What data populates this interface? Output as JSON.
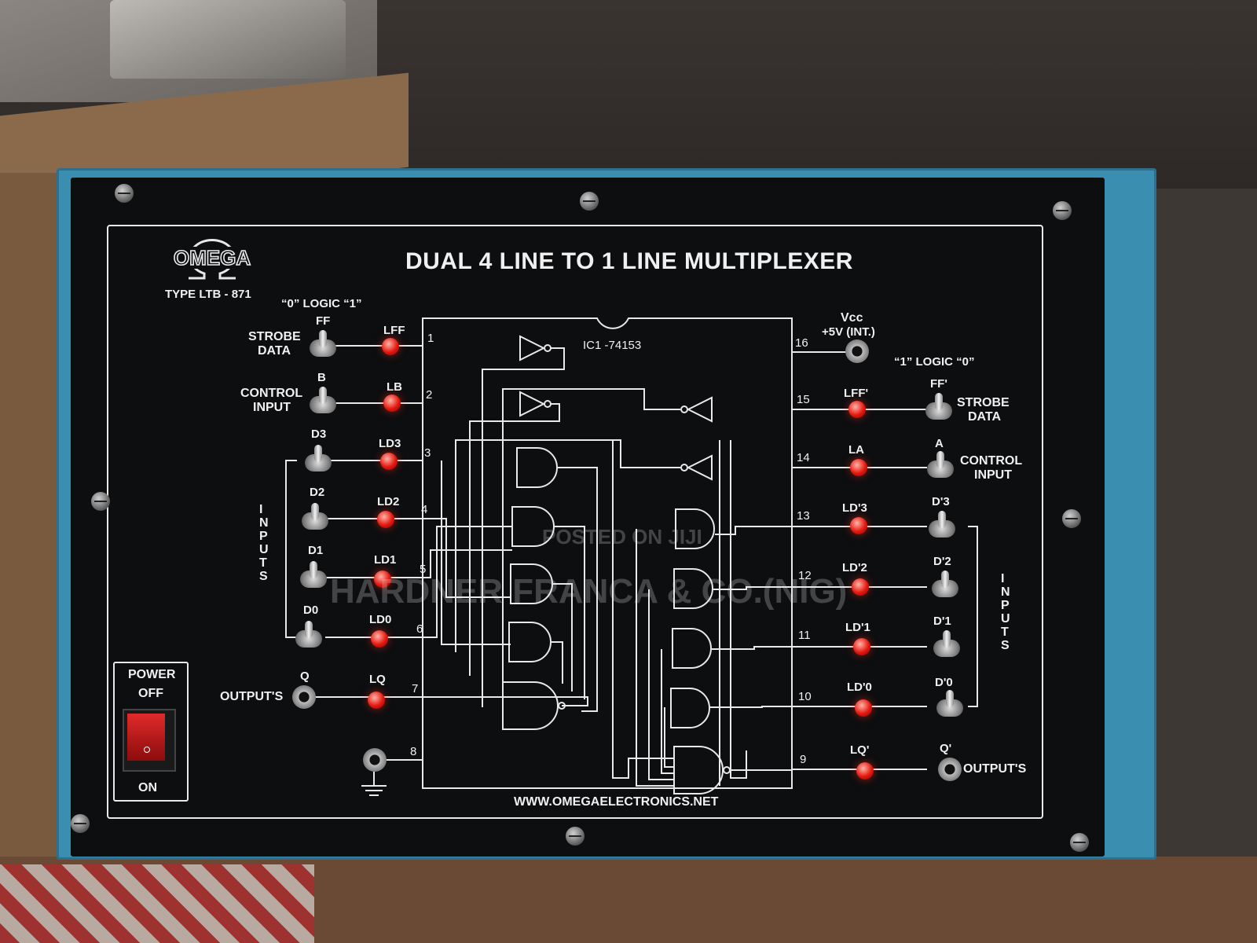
{
  "panel": {
    "brand": "OMEGA",
    "type_label": "TYPE LTB - 871",
    "title": "DUAL 4 LINE TO 1 LINE  MULTIPLEXER",
    "ic_label": "IC1 -74153",
    "website": "WWW.OMEGAELECTRONICS.NET",
    "vcc": "Vcc",
    "vcc_detail": "+5V (INT.)"
  },
  "left": {
    "logic_header": "“0” LOGIC “1”",
    "strobe_switch": "FF",
    "strobe_label_1": "STROBE",
    "strobe_label_2": "DATA",
    "control_switch": "B",
    "control_label_1": "CONTROL",
    "control_label_2": "INPUT",
    "inputs_label": "INPUTS",
    "outputs_label": "OUTPUT'S",
    "output_jack": "Q",
    "switches": [
      "D3",
      "D2",
      "D1",
      "D0"
    ],
    "leds": [
      "LFF",
      "LB",
      "LD3",
      "LD2",
      "LD1",
      "LD0",
      "LQ"
    ],
    "pins": [
      "1",
      "2",
      "3",
      "4",
      "5",
      "6",
      "7",
      "8"
    ]
  },
  "right": {
    "logic_header": "“1” LOGIC “0”",
    "strobe_switch": "FF'",
    "strobe_label_1": "STROBE",
    "strobe_label_2": "DATA",
    "control_switch": "A",
    "control_label_1": "CONTROL",
    "control_label_2": "INPUT",
    "inputs_label": "INPUTS",
    "outputs_label": "OUTPUT'S",
    "output_jack": "Q'",
    "switches": [
      "D'3",
      "D'2",
      "D'1",
      "D'0"
    ],
    "leds": [
      "LFF'",
      "LA",
      "LD'3",
      "LD'2",
      "LD'1",
      "LD'0",
      "LQ'"
    ],
    "pins": [
      "16",
      "15",
      "14",
      "13",
      "12",
      "11",
      "10",
      "9"
    ]
  },
  "power": {
    "label_1": "POWER",
    "label_2": "OFF",
    "label_3": "ON"
  },
  "watermark": {
    "line_1": "POSTED ON JIJI",
    "line_2": "HARDNER FRANCA & CO.(NIG)"
  },
  "colors": {
    "case": "#3a8fb0",
    "panel": "#0d0e10",
    "led": "#e5170e",
    "rocker": "#e02a2a"
  }
}
